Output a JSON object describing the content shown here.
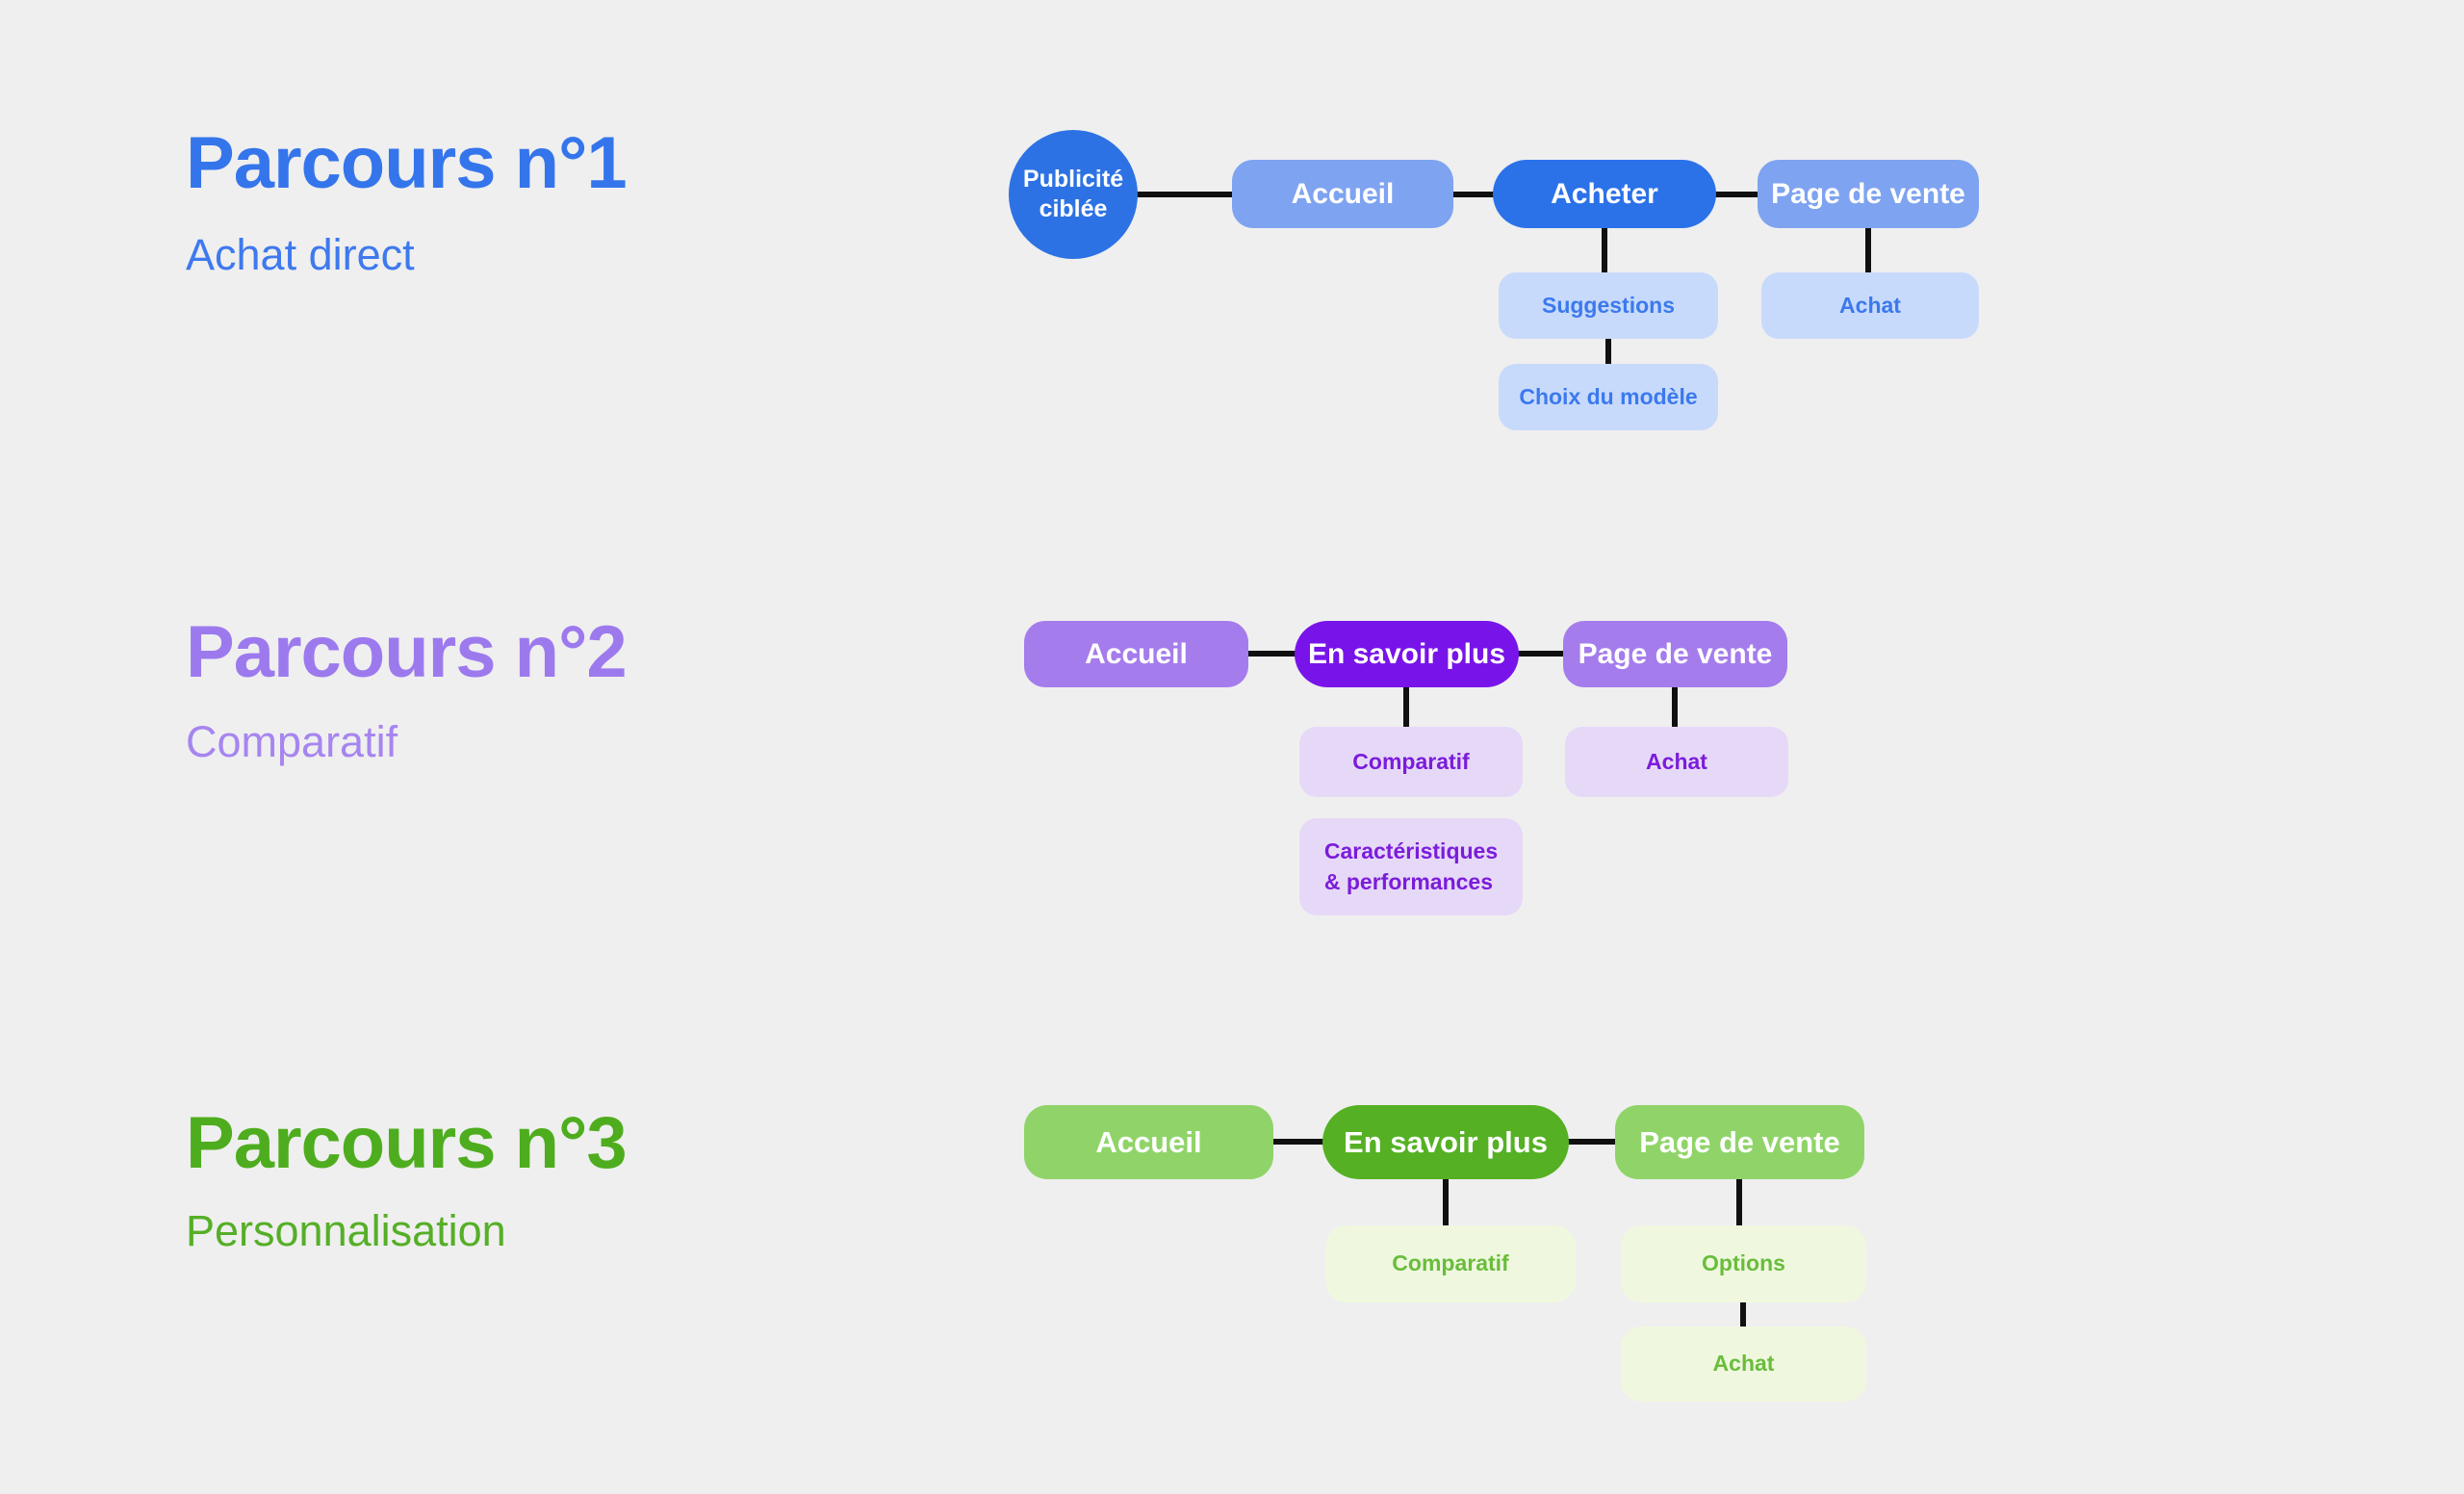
{
  "page": {
    "background_color": "#efefef",
    "connector_color": "#101010"
  },
  "sections": [
    {
      "name": "parcours-1",
      "title": "Parcours n°1",
      "subtitle": "Achat direct",
      "palette": {
        "title": "#3575ec",
        "subtitle": "#3e79ee",
        "node_primary": "#2b72e9",
        "node_secondary": "#7ea3f0",
        "node_tertiary_bg": "#c8dafb",
        "node_tertiary_text": "#3b79ee",
        "start_circle": "#2d72e4"
      },
      "start_node": {
        "line1": "Publicité",
        "line2": "ciblée"
      },
      "main_nodes": [
        {
          "label": "Accueil"
        },
        {
          "label": "Acheter"
        },
        {
          "label": "Page de vente"
        }
      ],
      "sub_nodes": [
        {
          "label": "Suggestions",
          "parent": "Acheter"
        },
        {
          "label": "Choix du modèle",
          "parent": "Suggestions"
        },
        {
          "label": "Achat",
          "parent": "Page de vente"
        }
      ]
    },
    {
      "name": "parcours-2",
      "title": "Parcours n°2",
      "subtitle": "Comparatif",
      "palette": {
        "title": "#9c7aee",
        "subtitle": "#a685f0",
        "node_primary": "#7814e9",
        "node_secondary": "#a47cec",
        "node_tertiary_bg": "#e6d9f8",
        "node_tertiary_text": "#7b1cdb"
      },
      "main_nodes": [
        {
          "label": "Accueil"
        },
        {
          "label": "En savoir plus"
        },
        {
          "label": "Page de vente"
        }
      ],
      "sub_nodes": [
        {
          "label": "Comparatif",
          "parent": "En savoir plus"
        },
        {
          "line1": "Caractéristiques",
          "line2": "& performances",
          "parent": "Comparatif"
        },
        {
          "label": "Achat",
          "parent": "Page de vente"
        }
      ]
    },
    {
      "name": "parcours-3",
      "title": "Parcours n°3",
      "subtitle": "Personnalisation",
      "palette": {
        "title": "#4ead1e",
        "subtitle": "#55af27",
        "node_primary": "#55b123",
        "node_secondary": "#90d469",
        "node_tertiary_bg": "#eff8df",
        "node_tertiary_text": "#69bd3b"
      },
      "main_nodes": [
        {
          "label": "Accueil"
        },
        {
          "label": "En savoir plus"
        },
        {
          "label": "Page de vente"
        }
      ],
      "sub_nodes": [
        {
          "label": "Comparatif",
          "parent": "En savoir plus"
        },
        {
          "label": "Options",
          "parent": "Page de vente"
        },
        {
          "label": "Achat",
          "parent": "Options"
        }
      ]
    }
  ]
}
